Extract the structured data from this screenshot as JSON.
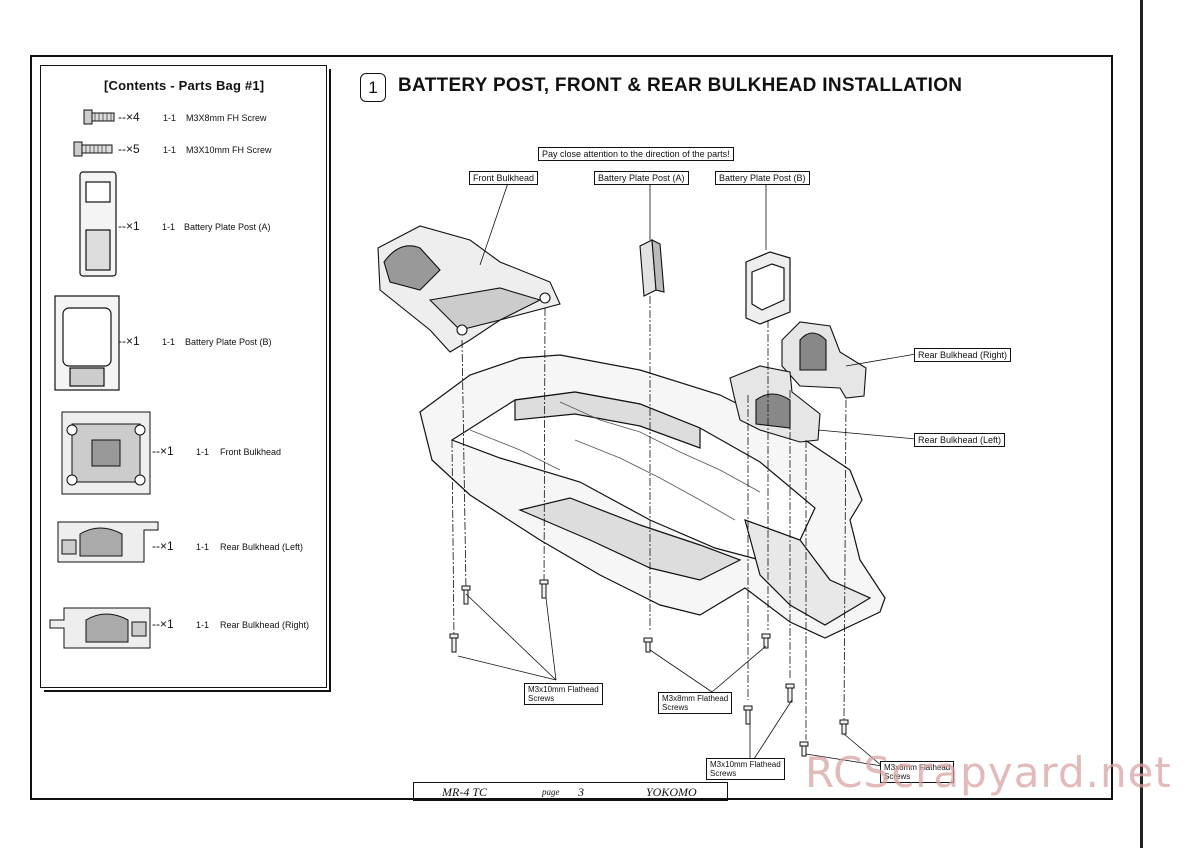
{
  "parts_bag": {
    "title": "[Contents - Parts Bag #1]",
    "items": [
      {
        "qty": "--×4",
        "count": "1-1",
        "name": "M3X8mm FH Screw"
      },
      {
        "qty": "--×5",
        "count": "1-1",
        "name": "M3X10mm FH Screw"
      },
      {
        "qty": "--×1",
        "count": "1-1",
        "name": "Battery Plate Post (A)"
      },
      {
        "qty": "--×1",
        "count": "1-1",
        "name": "Battery Plate Post (B)"
      },
      {
        "qty": "--×1",
        "count": "1-1",
        "name": "Front Bulkhead"
      },
      {
        "qty": "--×1",
        "count": "1-1",
        "name": "Rear Bulkhead (Left)"
      },
      {
        "qty": "--×1",
        "count": "1-1",
        "name": "Rear Bulkhead (Right)"
      }
    ]
  },
  "step": {
    "number": "1",
    "title": "BATTERY POST, FRONT & REAR BULKHEAD INSTALLATION"
  },
  "callouts": {
    "attention": "Pay close attention to the direction of the parts!",
    "front_bulkhead": "Front Bulkhead",
    "battery_post_a": "Battery Plate Post (A)",
    "battery_post_b": "Battery Plate Post (B)",
    "rear_bulkhead_right": "Rear Bulkhead (Right)",
    "rear_bulkhead_left": "Rear Bulkhead (Left)",
    "screws_m3x10_a_line1": "M3x10mm Flathead",
    "screws_m3x10_a_line2": "Screws",
    "screws_m3x8_a_line1": "M3x8mm Flathead",
    "screws_m3x8_a_line2": "Screws",
    "screws_m3x10_b_line1": "M3x10mm Flathead",
    "screws_m3x10_b_line2": "Screws",
    "screws_m3x8_b_line1": "M3x8mm Flathead",
    "screws_m3x8_b_line2": "Screws"
  },
  "footer": {
    "model": "MR-4 TC",
    "page_label": "page",
    "page_number": "3",
    "brand": "YOKOMO"
  },
  "watermark": "RCScrapyard.net"
}
